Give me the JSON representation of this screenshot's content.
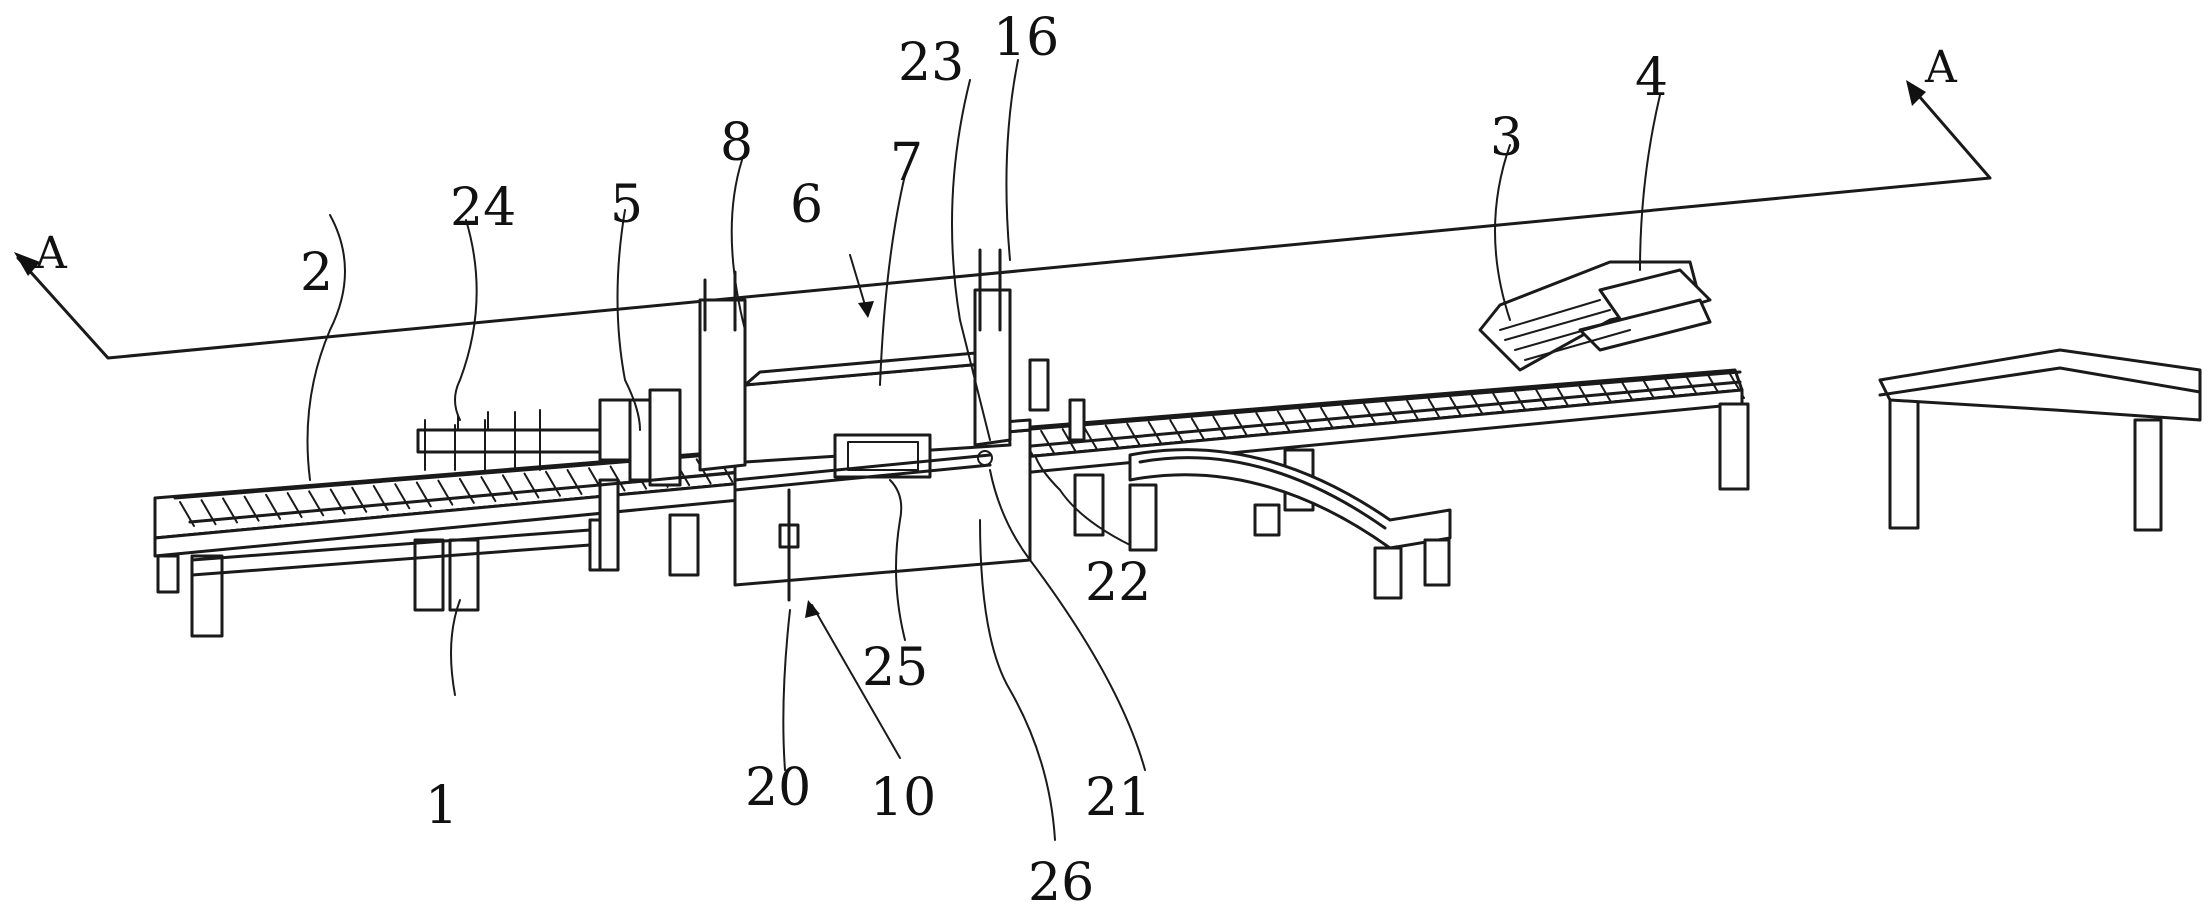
{
  "section_marker": "A",
  "callouts": [
    "1",
    "2",
    "3",
    "4",
    "5",
    "6",
    "7",
    "8",
    "10",
    "16",
    "20",
    "21",
    "22",
    "23",
    "24",
    "25",
    "26"
  ]
}
